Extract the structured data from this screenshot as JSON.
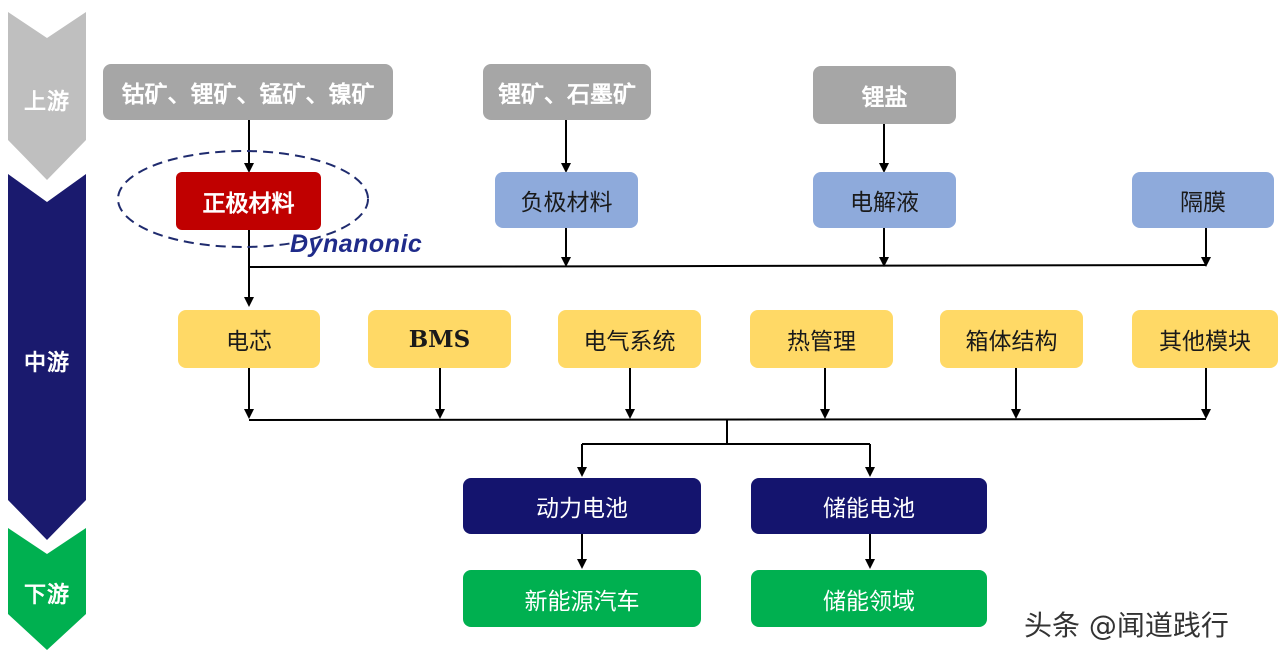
{
  "stages": {
    "upstream": "上游",
    "midstream": "中游",
    "downstream": "下游"
  },
  "upstream": {
    "cathode_ores": "钴矿、锂矿、锰矿、镍矿",
    "anode_ores": "锂矿、石墨矿",
    "salt": "锂盐"
  },
  "materials": {
    "cathode": "正极材料",
    "anode": "负极材料",
    "electrolyte": "电解液",
    "separator": "隔膜"
  },
  "brand": "Dynanonic",
  "components": [
    "电芯",
    "BMS",
    "电气系统",
    "热管理",
    "箱体结构",
    "其他模块"
  ],
  "batteries": {
    "power": "动力电池",
    "storage": "储能电池"
  },
  "applications": {
    "ev": "新能源汽车",
    "storage": "储能领域"
  },
  "watermark": "头条 @闻道践行",
  "colors": {
    "upstream_stage": "#bfbfbf",
    "midstream_stage": "#1a1a6e",
    "downstream_stage": "#00b050",
    "cathode_highlight": "#c00000",
    "material_box": "#8eaadb",
    "component_box": "#ffd966",
    "battery_box": "#14146e",
    "application_box": "#00b050"
  }
}
